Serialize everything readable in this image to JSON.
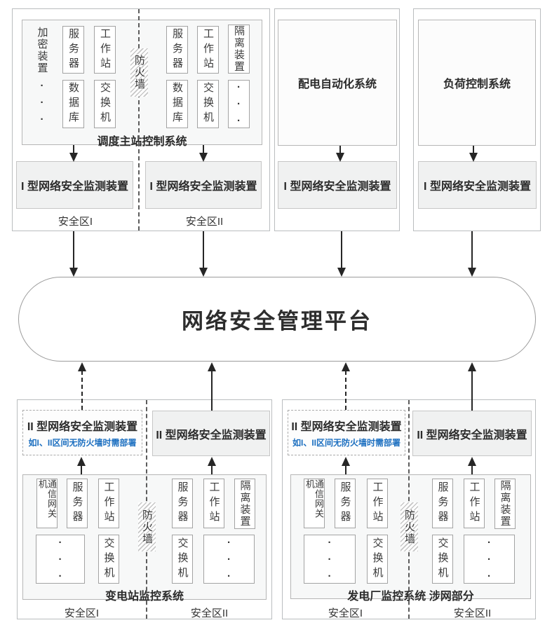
{
  "platform": {
    "label": "网络安全管理平台"
  },
  "monitor_devices": {
    "type1": "I 型网络安全监测装置",
    "type2": "II 型网络安全监测装置",
    "type2_note": "如I、II区间无防火墙时需部署"
  },
  "zones": {
    "zone1": "安全区I",
    "zone2": "安全区II"
  },
  "devices": {
    "encryption": "加密装置",
    "server": "服务器",
    "workstation": "工作站",
    "database": "数据库",
    "switch": "交换机",
    "isolation": "隔离装置",
    "comm_gateway": "通信网关机",
    "firewall": "防火墙",
    "dot": "·"
  },
  "systems": {
    "dispatch": "调度主站控制系统",
    "distribution": "配电自动化系统",
    "load_control": "负荷控制系统",
    "substation": "变电站监控系统",
    "power_plant": "发电厂监控系统 涉网部分"
  },
  "colors": {
    "note_blue": "#1c6fc0",
    "arrow_black": "#262626",
    "panel_fill": "#f7f8f8",
    "monitor_fill": "#f0f1f1"
  }
}
